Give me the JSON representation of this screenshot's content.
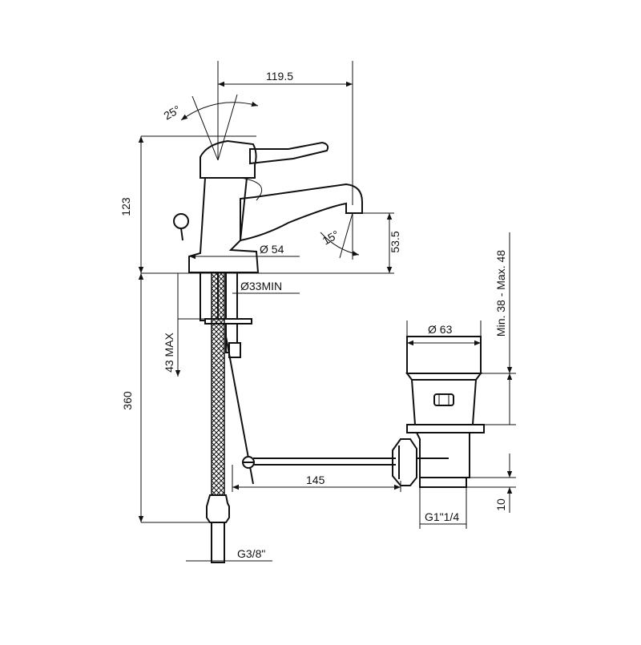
{
  "dimensions": {
    "width_total": "119.5",
    "lever_angle": "25°",
    "spout_angle": "15°",
    "height_body": "123",
    "spout_height": "53.5",
    "base_diameter": "Ø 54",
    "hole_diameter": "Ø33MIN",
    "deck_thickness": "43 MAX",
    "hose_length": "360",
    "rod_length": "145",
    "waste_diameter": "Ø 63",
    "waste_range": "Min. 38 - Max. 48",
    "waste_thread": "G1\"1/4",
    "waste_offset": "10",
    "hose_thread": "G3/8\""
  },
  "colors": {
    "line": "#111111",
    "background": "#ffffff"
  }
}
